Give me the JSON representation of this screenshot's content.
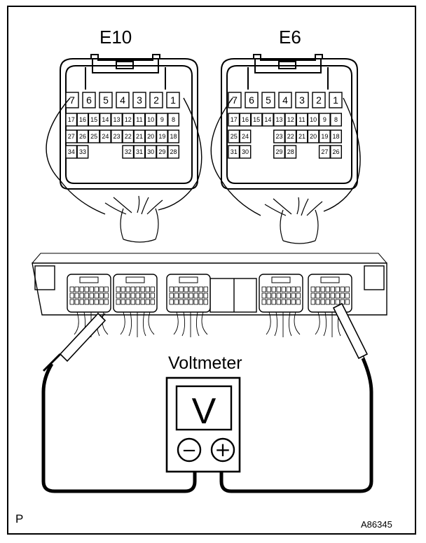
{
  "connectors": {
    "e10": {
      "name": "E10",
      "rows": [
        [
          "7",
          "6",
          "5",
          "4",
          "3",
          "2",
          "1"
        ],
        [
          "17",
          "16",
          "15",
          "14",
          "13",
          "12",
          "11",
          "10",
          "9",
          "8"
        ],
        [
          "27",
          "26",
          "25",
          "24",
          "23",
          "22",
          "21",
          "20",
          "19",
          "18"
        ],
        [
          "34",
          "33",
          "",
          "",
          "",
          "32",
          "31",
          "30",
          "29",
          "28"
        ]
      ]
    },
    "e6": {
      "name": "E6",
      "rows": [
        [
          "7",
          "6",
          "5",
          "4",
          "3",
          "2",
          "1"
        ],
        [
          "17",
          "16",
          "15",
          "14",
          "13",
          "12",
          "11",
          "10",
          "9",
          "8"
        ],
        [
          "25",
          "24",
          "",
          "",
          "23",
          "22",
          "21",
          "20",
          "19",
          "18"
        ],
        [
          "31",
          "30",
          "",
          "",
          "29",
          "28",
          "",
          "",
          "27",
          "26"
        ]
      ]
    }
  },
  "voltmeter": {
    "label": "Voltmeter",
    "display": "V",
    "negative": "−",
    "positive": "+"
  },
  "corner_mark": "P",
  "figure_id": "A86345"
}
